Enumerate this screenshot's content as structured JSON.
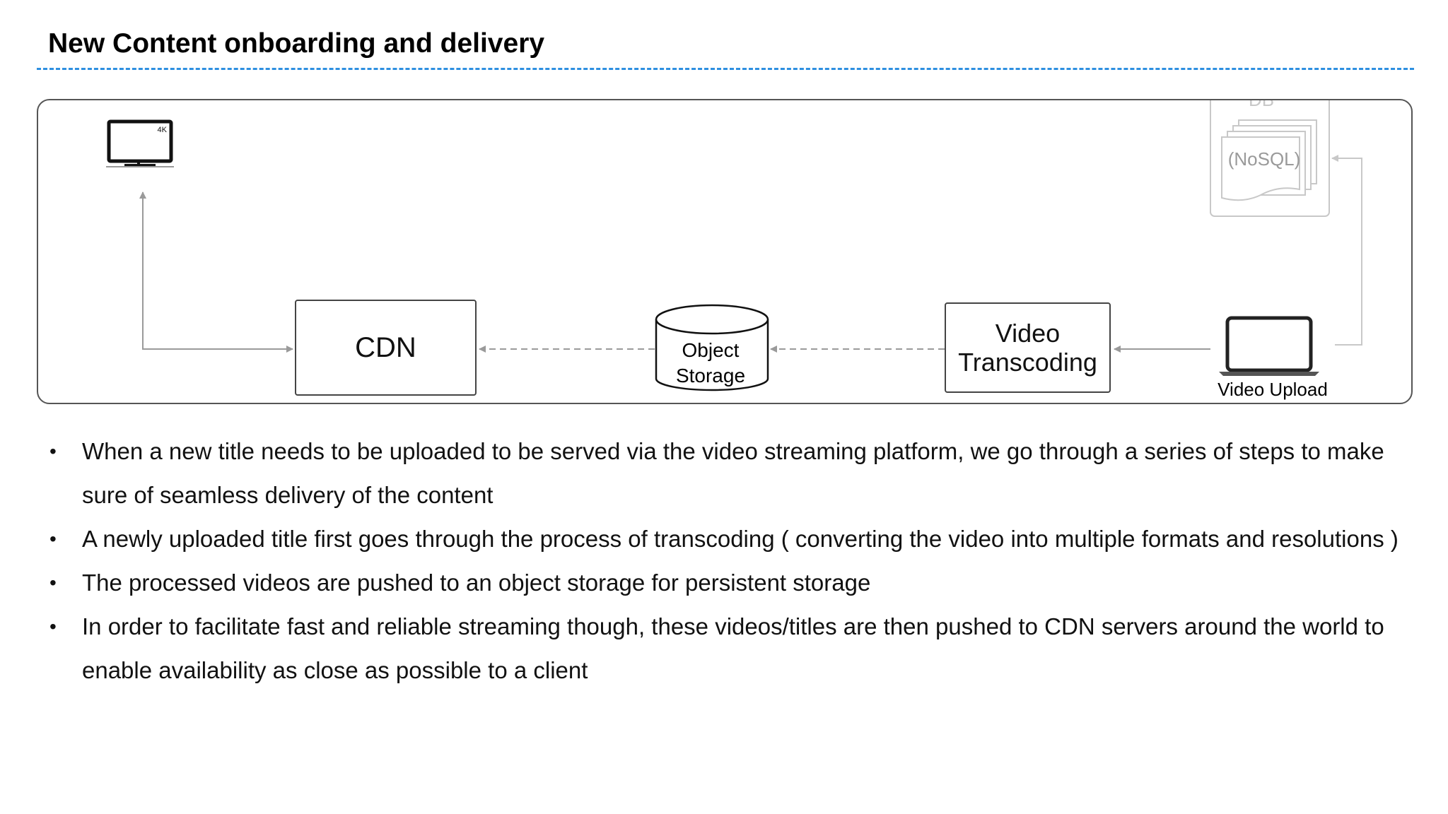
{
  "slide": {
    "title": "New Content onboarding and delivery"
  },
  "diagram": {
    "nodes": {
      "display_badge": "4K",
      "cdn": "CDN",
      "object_storage": [
        "Object",
        "Storage"
      ],
      "video_transcoding": [
        "Video",
        "Transcoding"
      ],
      "video_upload": "Video Upload",
      "db_partial_label": "DB",
      "db_type": "(NoSQL)"
    },
    "icons": [
      "tv-4k-icon",
      "database-cylinder-icon",
      "laptop-icon",
      "document-stack-icon"
    ],
    "colors": {
      "accent_rule": "#2e8fe0",
      "box_border": "#444444",
      "arrow": "#9a9a9a",
      "faded": "#c8c8c8"
    }
  },
  "bullets": [
    "When a new title needs to be uploaded to be served via the video streaming platform, we go through a series of steps to make sure of seamless delivery of the content",
    "A newly uploaded title first goes through the process of transcoding ( converting the video into multiple formats and resolutions )",
    "The processed videos are pushed to an object storage for persistent storage",
    "In order to facilitate fast and reliable streaming though, these videos/titles are then pushed to CDN servers around the world to enable availability as close as possible to a client"
  ],
  "bullet_symbol": "•"
}
